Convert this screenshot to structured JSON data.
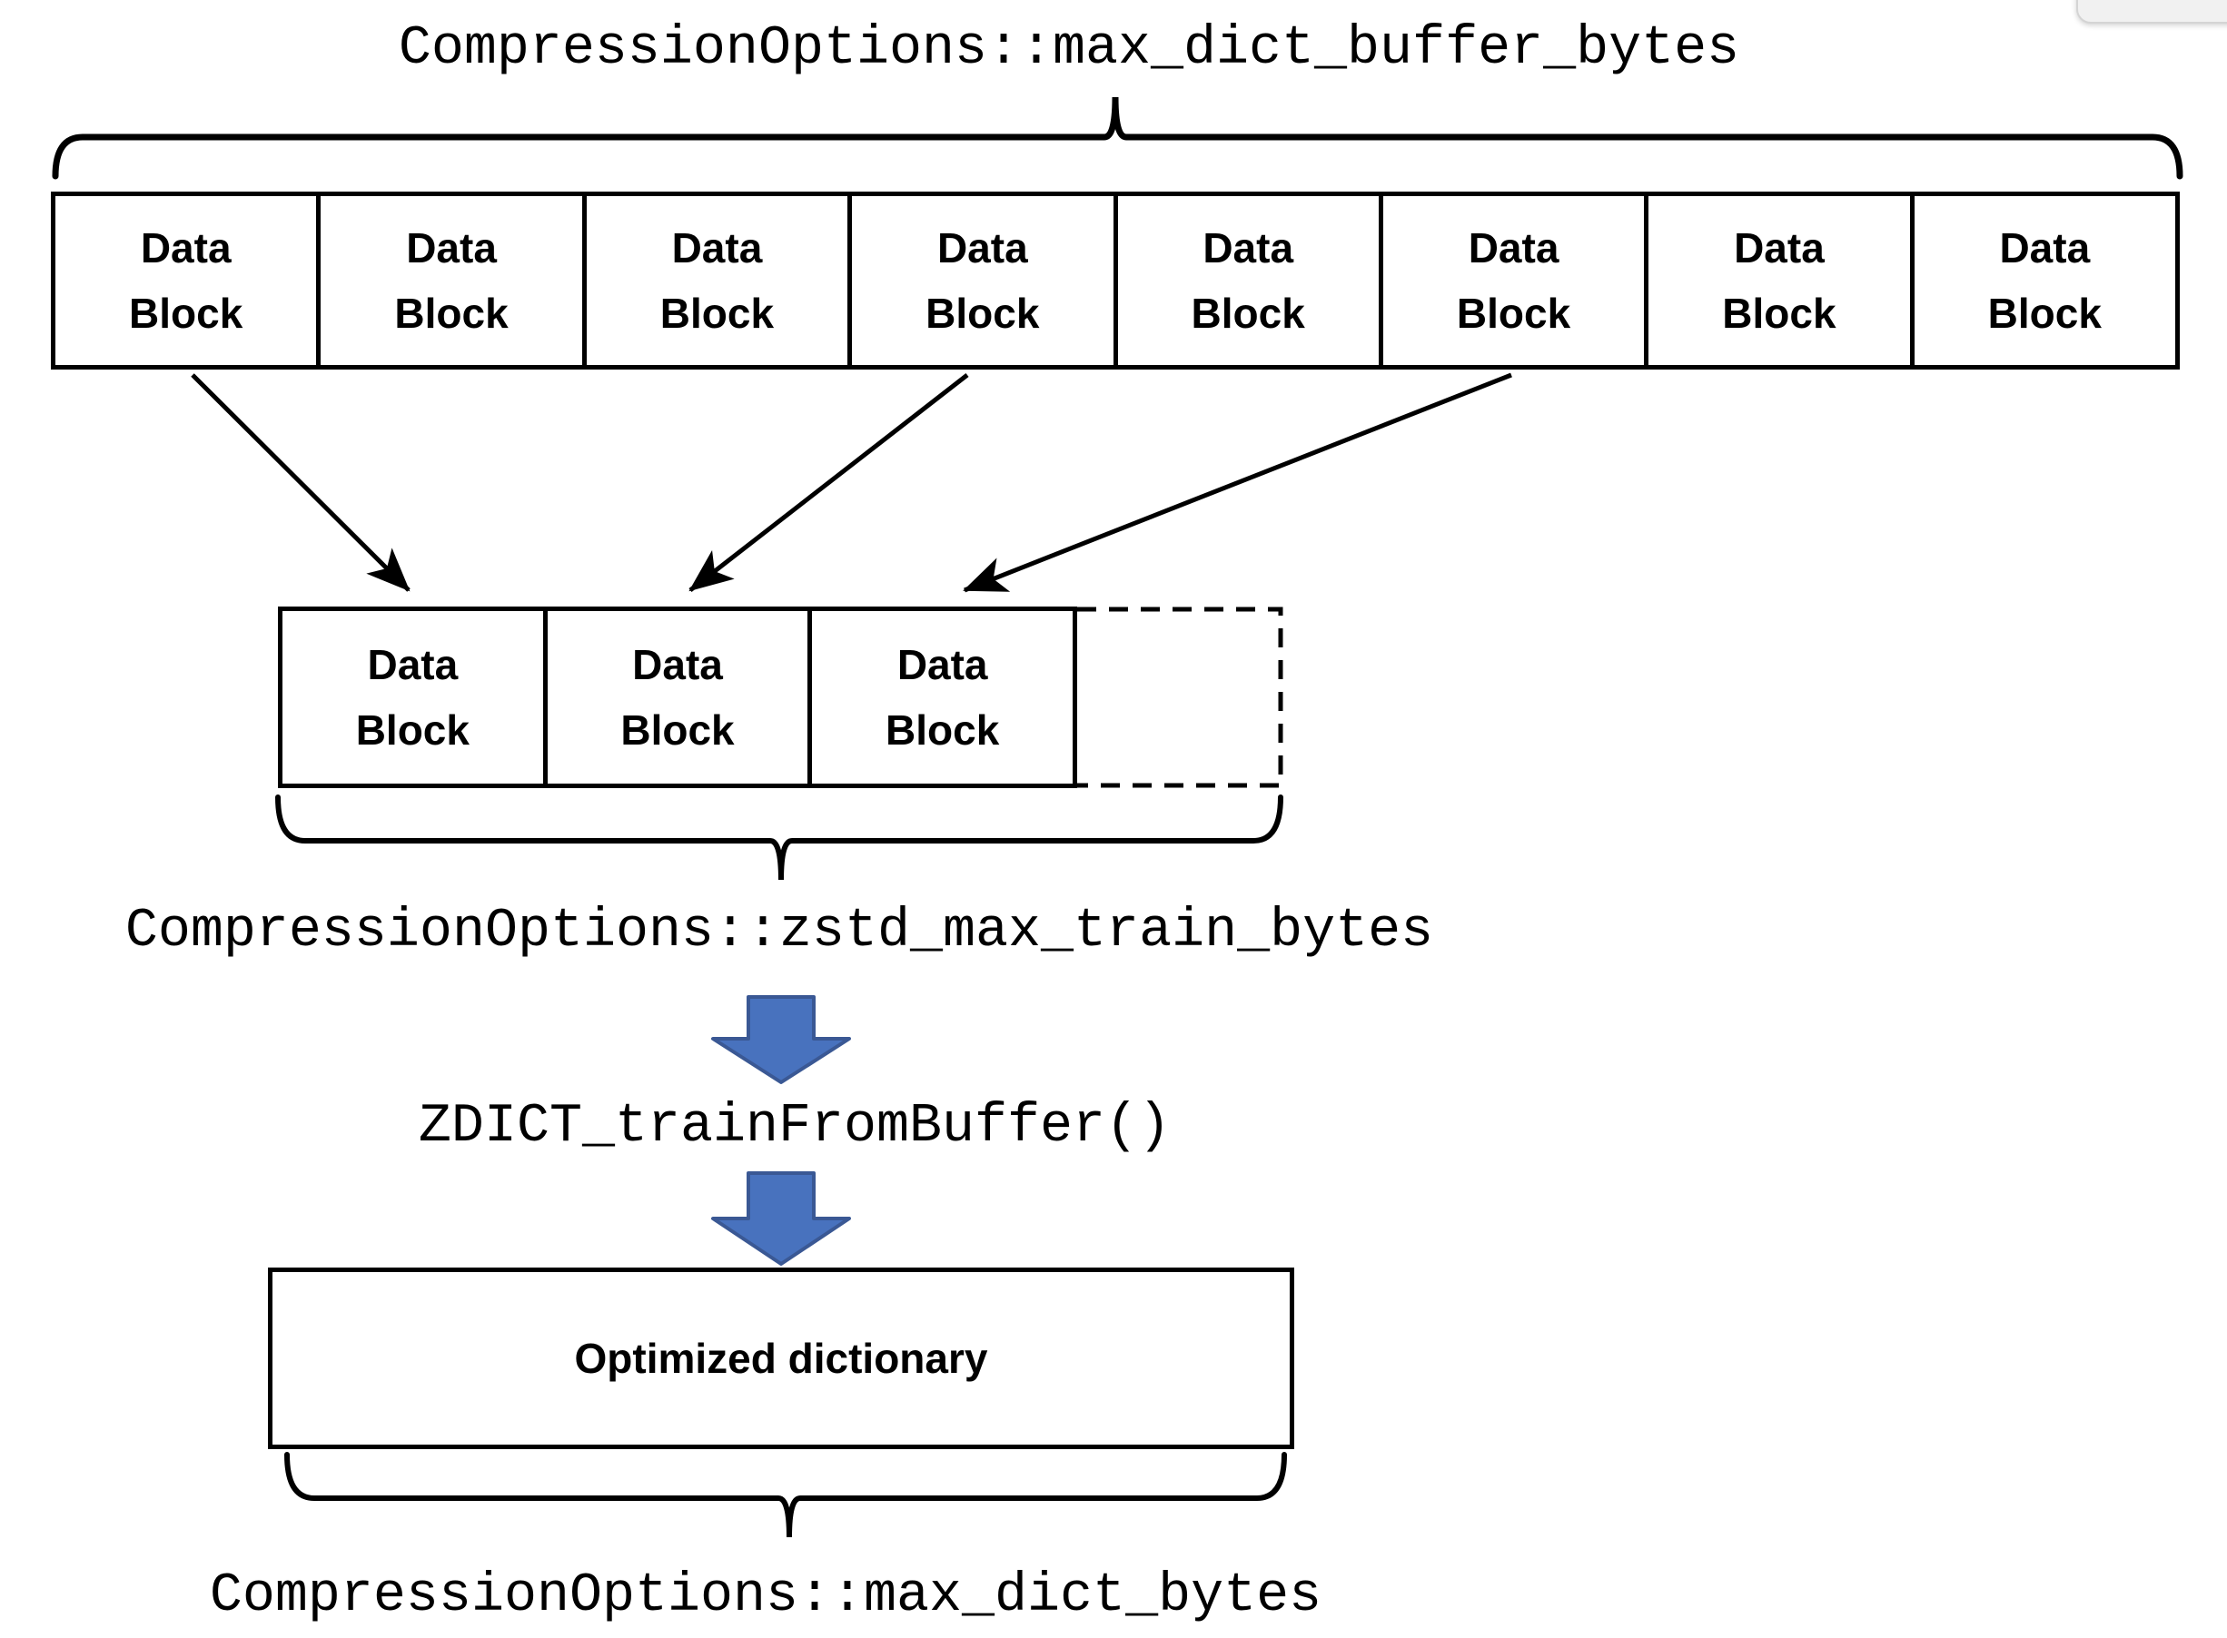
{
  "title": "CompressionOptions::max_dict_buffer_bytes",
  "buffer_row": {
    "blocks": [
      {
        "line1": "Data",
        "line2": "Block"
      },
      {
        "line1": "Data",
        "line2": "Block"
      },
      {
        "line1": "Data",
        "line2": "Block"
      },
      {
        "line1": "Data",
        "line2": "Block"
      },
      {
        "line1": "Data",
        "line2": "Block"
      },
      {
        "line1": "Data",
        "line2": "Block"
      },
      {
        "line1": "Data",
        "line2": "Block"
      },
      {
        "line1": "Data",
        "line2": "Block"
      }
    ]
  },
  "train_row": {
    "blocks": [
      {
        "line1": "Data",
        "line2": "Block"
      },
      {
        "line1": "Data",
        "line2": "Block"
      },
      {
        "line1": "Data",
        "line2": "Block"
      }
    ],
    "brace_label": "CompressionOptions::zstd_max_train_bytes"
  },
  "train_function_label": "ZDICT_trainFromBuffer()",
  "dictionary": {
    "label": "Optimized dictionary",
    "brace_label": "CompressionOptions::max_dict_bytes"
  },
  "colors": {
    "line": "#000000",
    "blue_arrow_fill": "#4872BE",
    "blue_arrow_stroke": "#3A5894"
  }
}
